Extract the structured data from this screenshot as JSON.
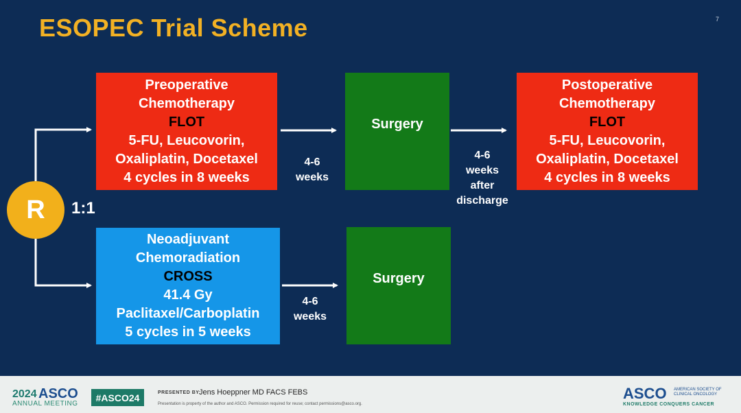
{
  "slide": {
    "title": "ESOPEC Trial Scheme",
    "page_number": "7",
    "randomization": {
      "symbol": "R",
      "ratio": "1:1"
    },
    "top_arm": {
      "preop": {
        "line1": "Preoperative",
        "line2": "Chemotherapy",
        "regimen": "FLOT",
        "line4": "5-FU, Leucovorin,",
        "line5": "Oxaliplatin, Docetaxel",
        "line6": "4 cycles in 8 weeks"
      },
      "interval_to_surgery": {
        "line1": "4-6",
        "line2": "weeks"
      },
      "surgery": "Surgery",
      "interval_after_surgery": {
        "line1": "4-6",
        "line2": "weeks",
        "line3": "after",
        "line4": "discharge"
      },
      "postop": {
        "line1": "Postoperative",
        "line2": "Chemotherapy",
        "regimen": "FLOT",
        "line4": "5-FU, Leucovorin,",
        "line5": "Oxaliplatin, Docetaxel",
        "line6": "4 cycles in 8 weeks"
      }
    },
    "bottom_arm": {
      "neoadj": {
        "line1": "Neoadjuvant",
        "line2": "Chemoradiation",
        "regimen": "CROSS",
        "line4": "41.4 Gy",
        "line5": "Paclitaxel/Carboplatin",
        "line6": "5 cycles in 5 weeks"
      },
      "interval_to_surgery": {
        "line1": "4-6",
        "line2": "weeks"
      },
      "surgery": "Surgery"
    },
    "colors": {
      "background": "#0d2c55",
      "title": "#f2b124",
      "chemo": "#ee2b14",
      "chemorad": "#1596e8",
      "surgery": "#137a18",
      "circle": "#f2b01b"
    }
  },
  "footer": {
    "year": "2024",
    "asco": "ASCO",
    "meeting": "ANNUAL MEETING",
    "hashtag": "#ASCO24",
    "presented_by": "PRESENTED BY:",
    "presenter": "Jens Hoeppner MD FACS FEBS",
    "note": "Presentation is property of the author and ASCO. Permission required for reuse; contact permissions@asco.org.",
    "logo": "ASCO",
    "society_line1": "AMERICAN SOCIETY OF",
    "society_line2": "CLINICAL ONCOLOGY",
    "tagline": "KNOWLEDGE CONQUERS CANCER"
  }
}
